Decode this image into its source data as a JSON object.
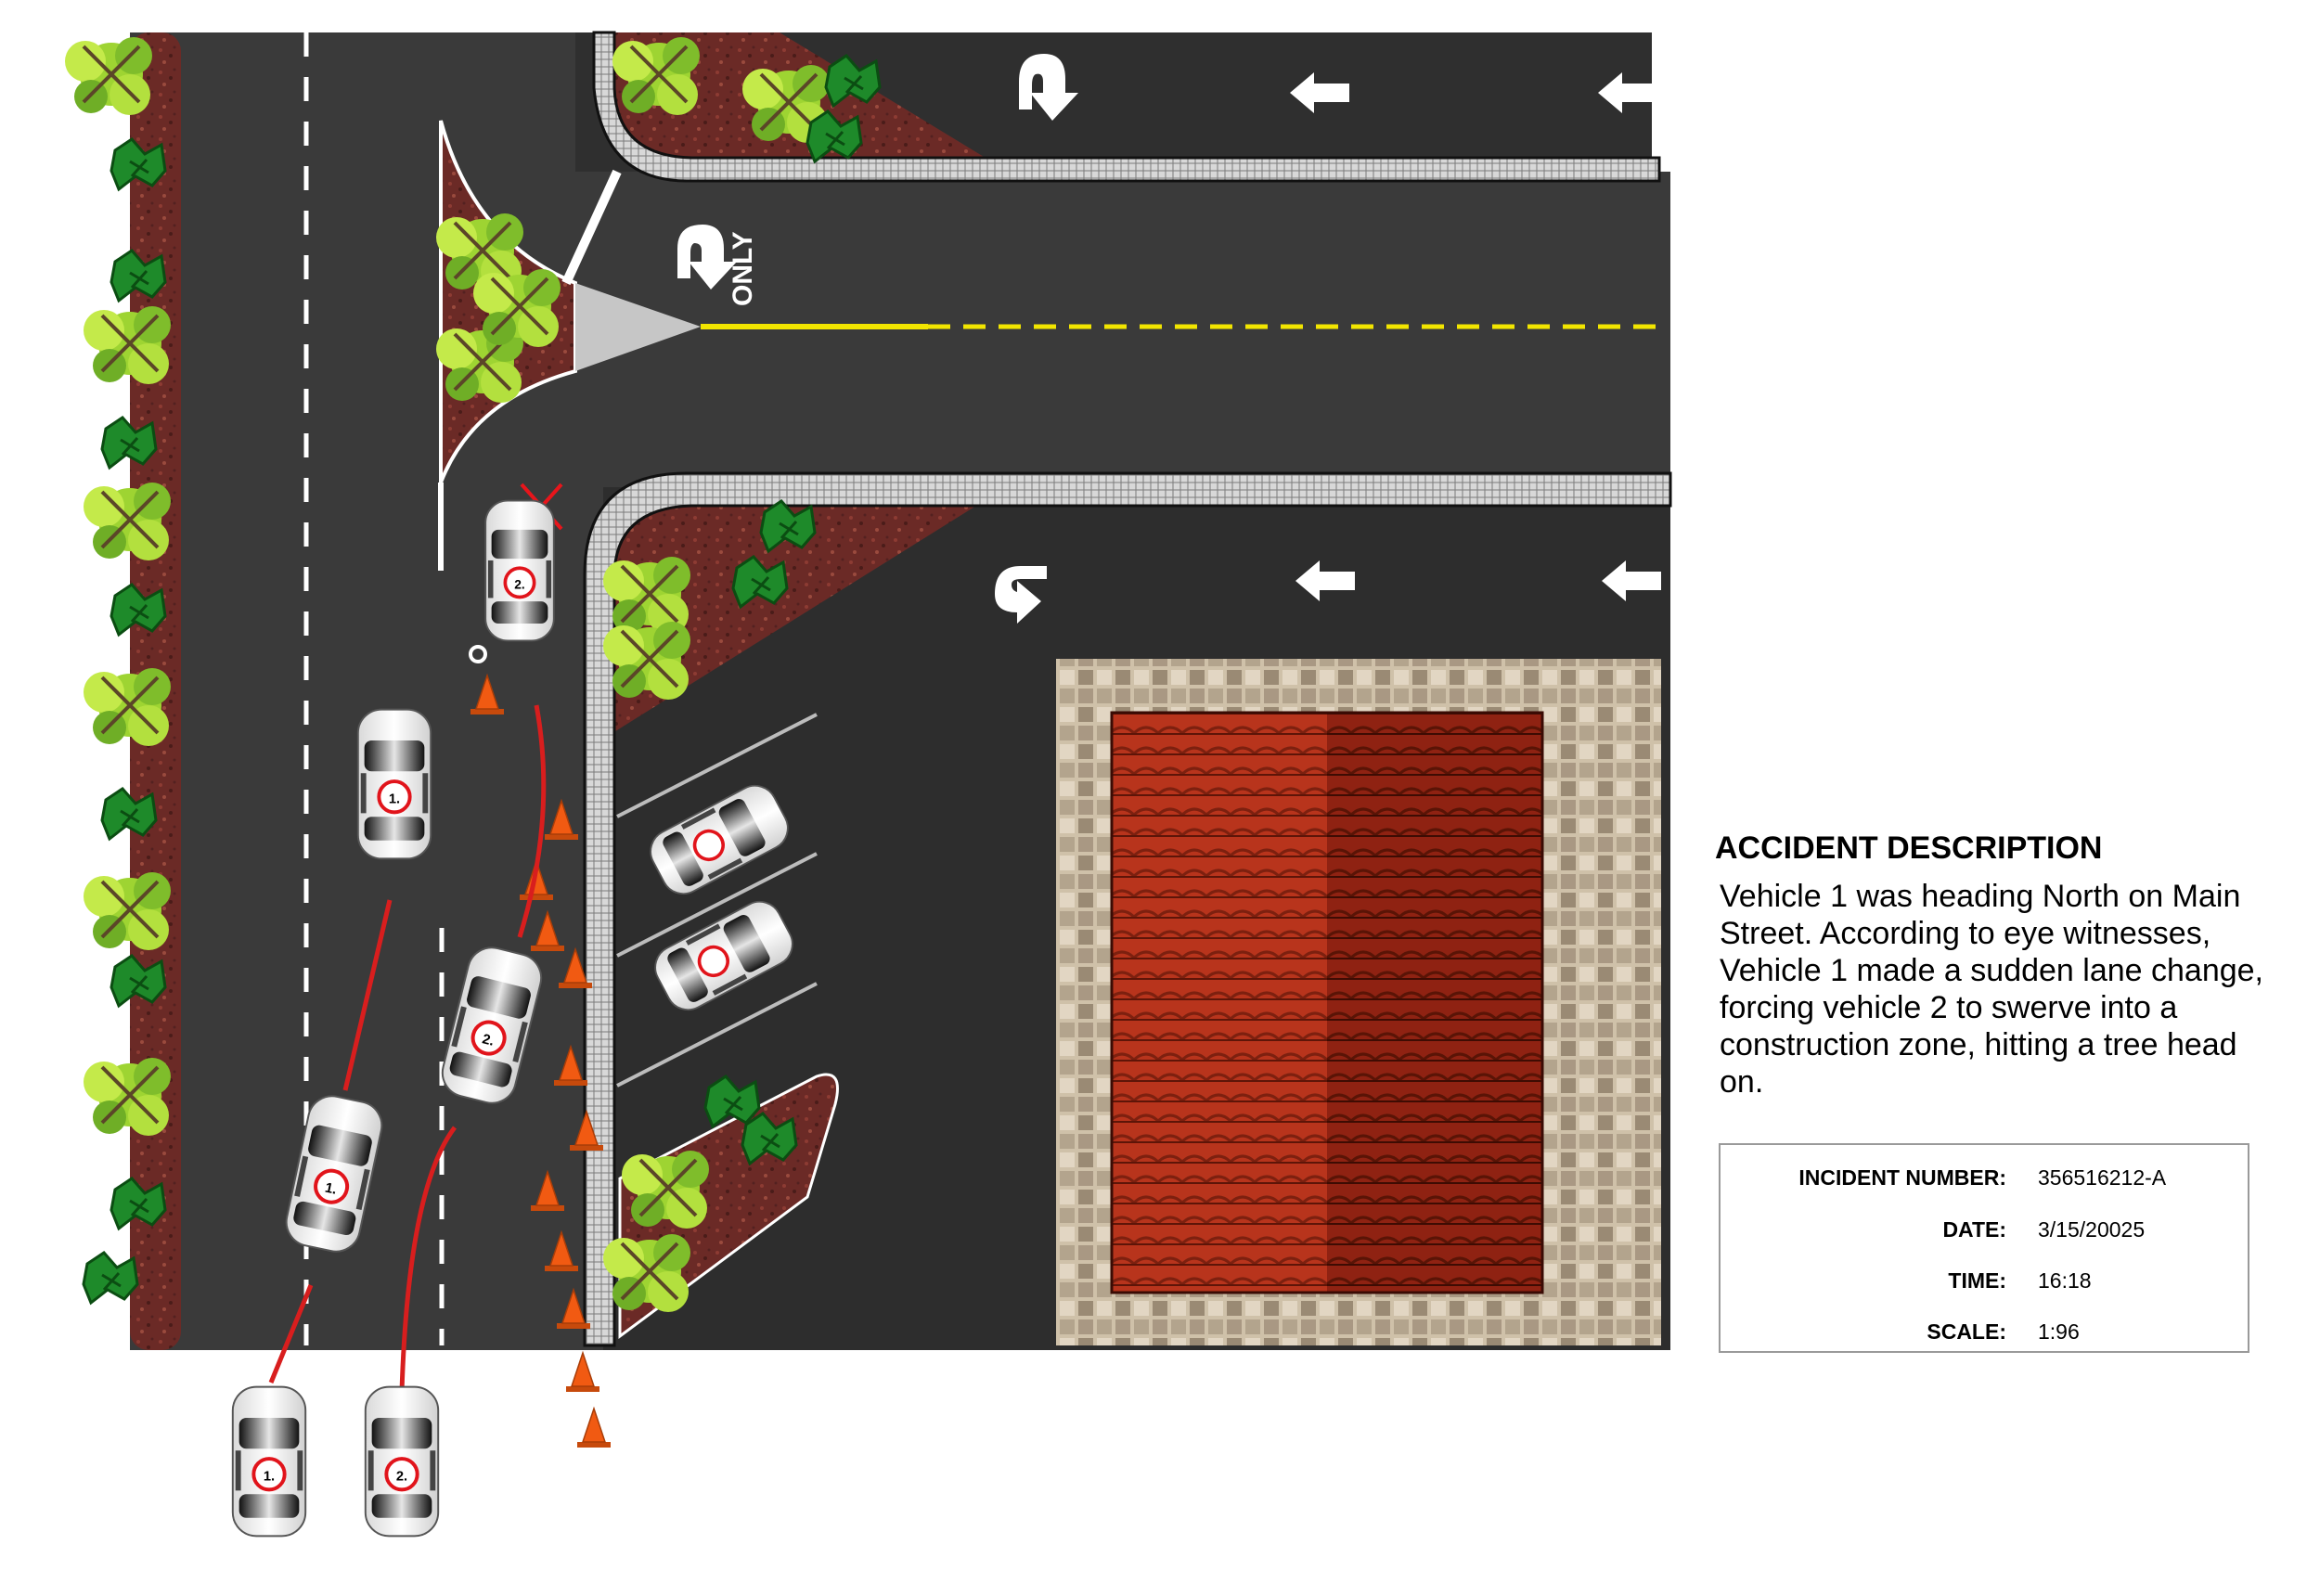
{
  "road_markings": {
    "only_label": "ONLY"
  },
  "vehicles": [
    {
      "label": "1."
    },
    {
      "label": "1."
    },
    {
      "label": "1."
    },
    {
      "label": "2."
    },
    {
      "label": "2."
    },
    {
      "label": "2."
    }
  ],
  "description": {
    "title": "ACCIDENT DESCRIPTION",
    "text": "Vehicle 1 was heading North on Main Street.  According to eye witnesses, Vehicle 1 made a sudden lane change, forcing vehicle 2 to swerve into a construction zone, hitting a tree head on."
  },
  "incident": {
    "number_label": "INCIDENT NUMBER:",
    "number": "356516212-A",
    "date_label": "DATE:",
    "date": "3/15/20025",
    "time_label": "TIME:",
    "time": "16:18",
    "scale_label": "SCALE:",
    "scale": "1:96"
  },
  "colors": {
    "asphalt": "#3a3a3a",
    "asphalt_dark": "#2b2b2b",
    "mulch": "#6b2a26",
    "yellow_line": "#f2e500",
    "roof": "#b8341c",
    "roof_dark": "#8f2212",
    "impact_x": "#e8151b",
    "path": "#d81e1e",
    "cone": "#f15a12"
  }
}
